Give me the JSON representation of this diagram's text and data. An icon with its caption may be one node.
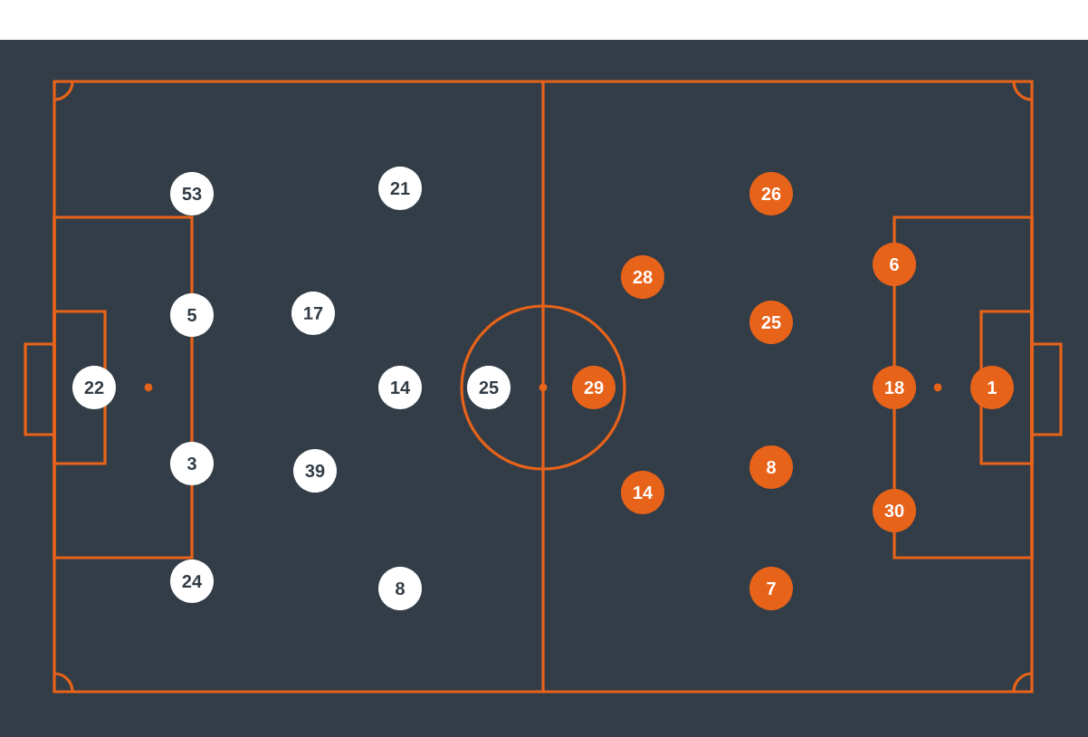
{
  "diagram": {
    "nodes": [
      {
        "text": [
          "21"
        ]
      },
      {
        "text": [
          "53"
        ]
      },
      {
        "text": [
          "5"
        ]
      },
      {
        "text": [
          "17"
        ]
      },
      {
        "text": [
          "22"
        ]
      },
      {
        "text": [
          "14"
        ]
      },
      {
        "text": [
          "25"
        ]
      },
      {
        "text": [
          "3"
        ]
      },
      {
        "text": [
          "39"
        ]
      },
      {
        "text": [
          "24"
        ]
      },
      {
        "text": [
          "8"
        ]
      },
      {
        "text": [
          "26"
        ]
      },
      {
        "text": [
          "6"
        ]
      },
      {
        "text": [
          "28"
        ]
      },
      {
        "text": [
          "25"
        ]
      },
      {
        "text": [
          "29"
        ]
      },
      {
        "text": [
          "18"
        ]
      },
      {
        "text": [
          "1"
        ]
      },
      {
        "text": [
          "8"
        ]
      },
      {
        "text": [
          "14"
        ]
      },
      {
        "text": [
          "30"
        ]
      },
      {
        "text": [
          "7"
        ]
      }
    ]
  }
}
